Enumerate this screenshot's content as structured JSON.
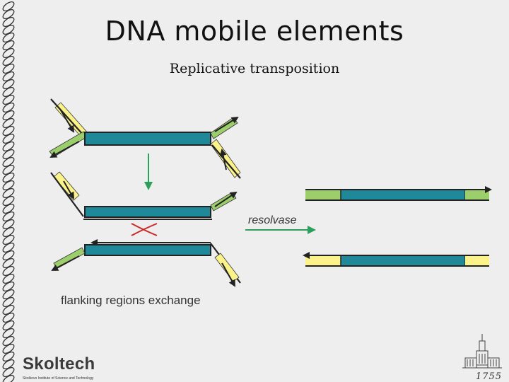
{
  "slide": {
    "title": "DNA mobile elements",
    "subtitle": "Replicative transposition"
  },
  "diagram": {
    "label_resolvase": "resolvase",
    "label_flanking": "flanking regions exchange"
  },
  "logo": {
    "name": "Skoltech",
    "tagline": "Skolkovo Institute of Science and Technology"
  },
  "emblem": {
    "year": "1755"
  },
  "colors": {
    "transposon": "#1f8899",
    "flank_green": "#9ccf6c",
    "flank_yellow": "#fbf38a",
    "strand": "#222222",
    "arrow_green": "#2aa05a",
    "cross_red": "#cc2a2a",
    "background": "#eeeeee"
  }
}
